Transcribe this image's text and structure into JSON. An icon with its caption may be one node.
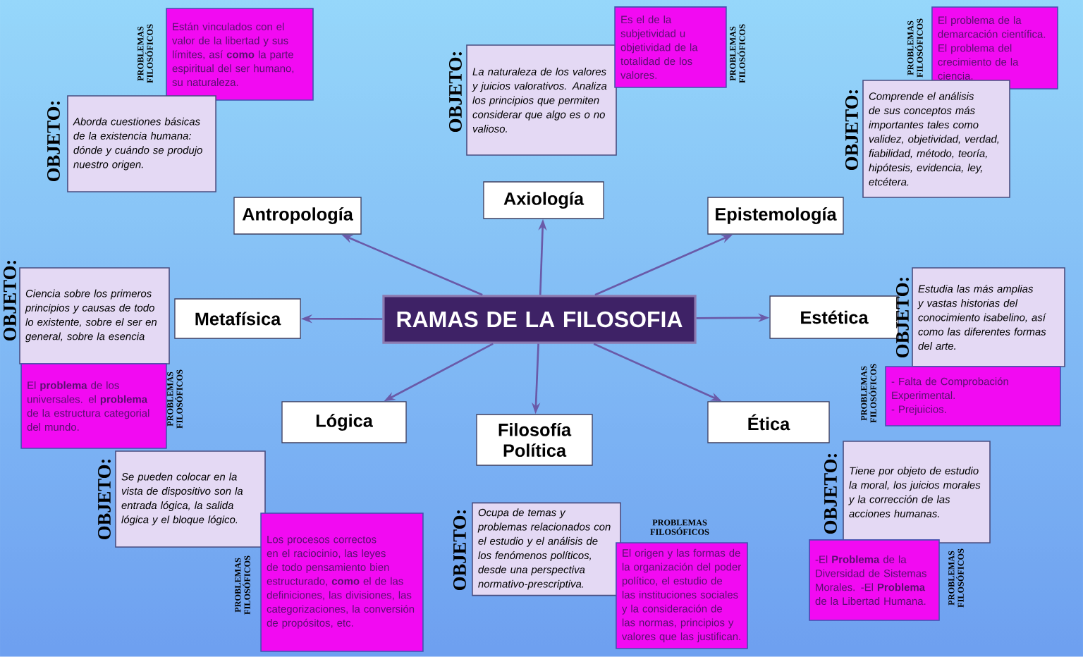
{
  "diagram": {
    "nodes": [
      {
        "text": [
          "RAMAS DE LA FILOSOFIA"
        ]
      },
      {
        "text": [
          "Antropología"
        ]
      },
      {
        "text": [
          "Axiología"
        ]
      },
      {
        "text": [
          "Epistemología"
        ]
      },
      {
        "text": [
          "Metafísica"
        ]
      },
      {
        "text": [
          "Estética"
        ]
      },
      {
        "text": [
          "Lógica"
        ]
      },
      {
        "text": [
          "Filosofía Política"
        ]
      },
      {
        "text": [
          "Ética"
        ]
      },
      {
        "text": [
          "PROBLEMAS FILOSÓFICOS",
          "Están vinculados con el valor de la libertad y sus límites, así **como** la parte espiritual del ser humano, su naturaleza."
        ]
      },
      {
        "text": [
          "OBJETO:",
          "Aborda cuestiones básicas de la existencia humana: dónde y cuándo se produjo nuestro origen."
        ]
      },
      {
        "text": [
          "OBJETO:",
          "La naturaleza de los valores y juicios valorativos. Analiza los principios que permiten considerar que algo es o no valioso."
        ]
      },
      {
        "text": [
          "PROBLEMAS FILOSÓFICOS",
          "Es el de la subjetividad u objetividad de la totalidad de los valores."
        ]
      },
      {
        "text": [
          "PROBLEMAS FILOSÓFICOS",
          "El problema de la demarcación científica. El problema del crecimiento de la ciencia."
        ]
      },
      {
        "text": [
          "OBJETO:",
          "Comprende el análisis de sus conceptos más importantes tales como validez, objetividad, verdad, fiabilidad, método, teoría, hipótesis, evidencia, ley, etcétera."
        ]
      },
      {
        "text": [
          "OBJETO:",
          "Ciencia sobre los primeros principios y causas de todo lo existente, sobre el ser en general, sobre la esencia"
        ]
      },
      {
        "text": [
          "PROBLEMAS FILOSÓFICOS",
          "El **problema** de los universales. el **problema** de la estructura categorial del mundo."
        ]
      },
      {
        "text": [
          "OBJETO:",
          "Estudia las más amplias y vastas historias del conocimiento isabelino, así como las diferentes formas del arte."
        ]
      },
      {
        "text": [
          "PROBLEMAS FILOSÓFICOS",
          "- Falta de Comprobación Experimental.",
          "- Prejuicios."
        ]
      },
      {
        "text": [
          "OBJETO:",
          "Se pueden colocar en la vista de dispositivo son la entrada lógica, la salida lógica y el bloque lógico."
        ]
      },
      {
        "text": [
          "PROBLEMAS FILOSÓFICOS",
          "Los procesos correctos en el raciocinio, las leyes de todo pensamiento bien estructurado, **como** el de las definiciones, las divisiones, las categorizaciones, la conversión de propósitos, etc."
        ]
      },
      {
        "text": [
          "OBJETO:",
          "Ocupa de temas y problemas relacionados con el estudio y el análisis de los fenómenos políticos, desde una perspectiva normativo-prescriptiva."
        ]
      },
      {
        "text": [
          "PROBLEMAS FILOSÓFICOS",
          "El origen y las formas de la organización del poder político, el estudio de las instituciones sociales y la consideración de las normas, principios y valores que las justifican."
        ]
      },
      {
        "text": [
          "OBJETO:",
          "Tiene por objeto de estudio la moral, los juicios morales y la corrección de las acciones humanas."
        ]
      },
      {
        "text": [
          "PROBLEMAS FILOSÓFICOS",
          "-El **Problema** de la Diversidad de Sistemas Morales. -El **Problema** de la Libertad Humana."
        ]
      }
    ],
    "edges": [
      {
        "from": 0,
        "to": 1,
        "arrow": "to"
      },
      {
        "from": 0,
        "to": 2,
        "arrow": "to"
      },
      {
        "from": 0,
        "to": 3,
        "arrow": "to"
      },
      {
        "from": 0,
        "to": 4,
        "arrow": "to"
      },
      {
        "from": 0,
        "to": 5,
        "arrow": "to"
      },
      {
        "from": 0,
        "to": 6,
        "arrow": "to"
      },
      {
        "from": 0,
        "to": 7,
        "arrow": "to"
      },
      {
        "from": 0,
        "to": 8,
        "arrow": "to"
      }
    ]
  }
}
